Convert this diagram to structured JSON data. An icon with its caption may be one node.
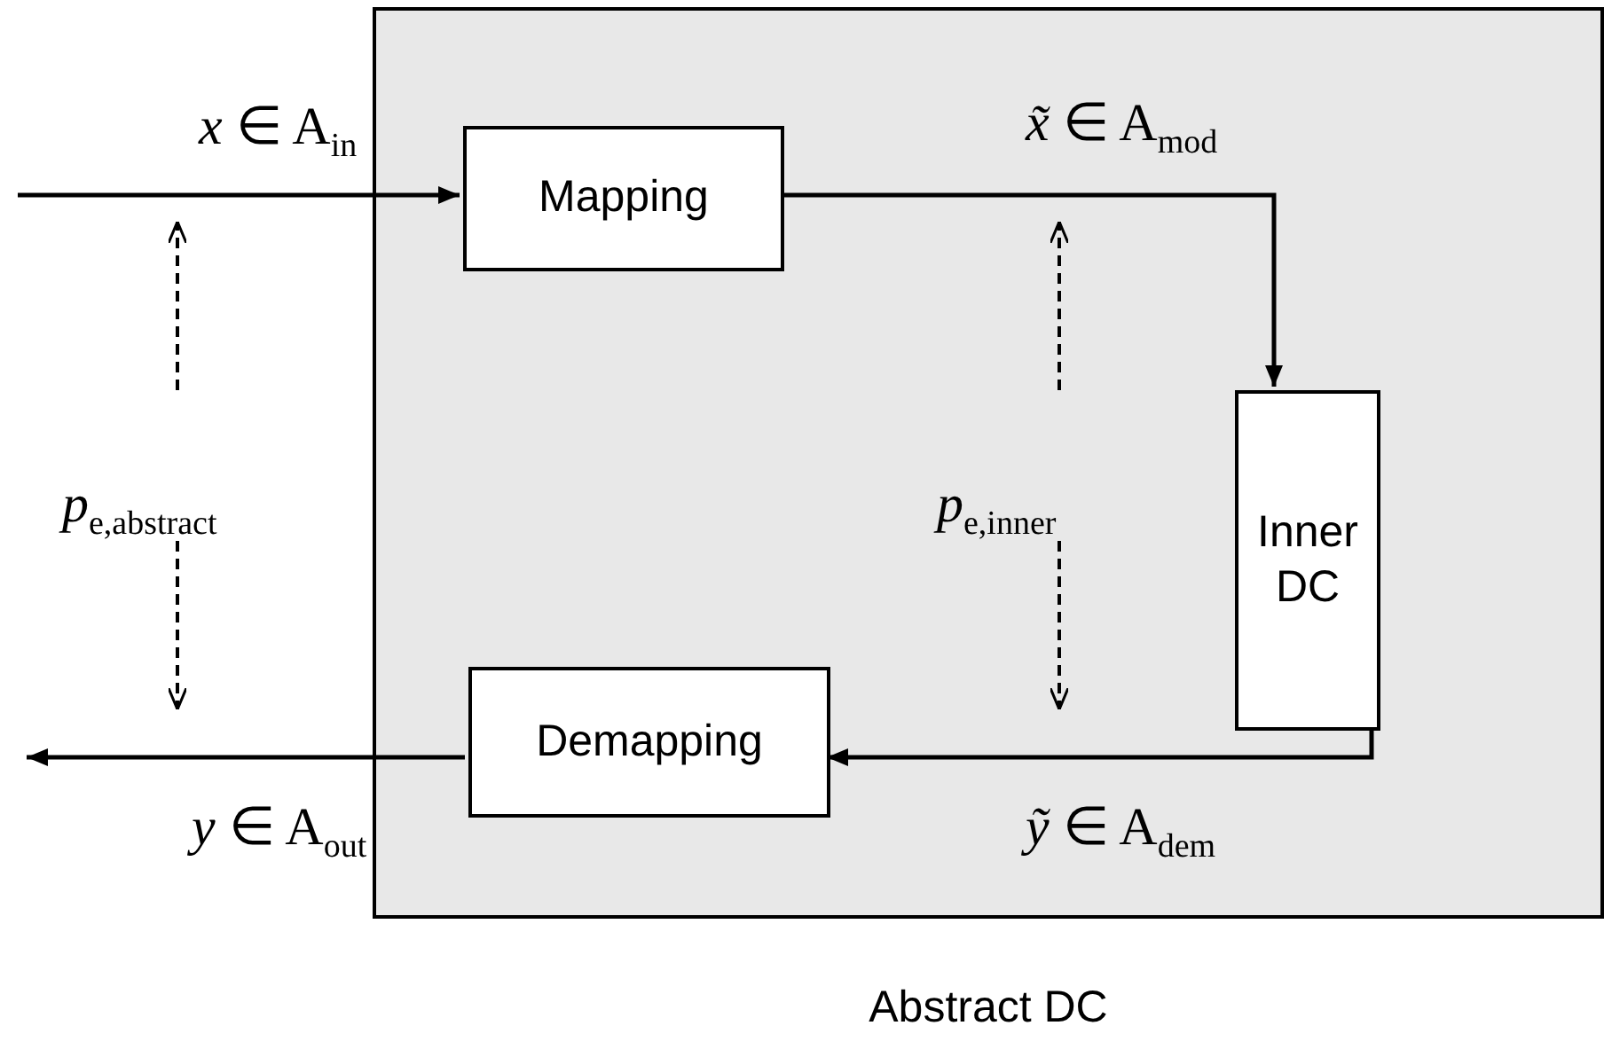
{
  "diagram": {
    "nodes": [
      {
        "text": [
          "Abstract DC"
        ]
      },
      {
        "text": [
          "Mapping"
        ],
        "in": 0
      },
      {
        "text": [
          "Inner DC"
        ],
        "in": 0
      },
      {
        "text": [
          "Demapping"
        ],
        "in": 0
      }
    ],
    "edges": [
      {
        "from": null,
        "to": 1,
        "arrow": "to",
        "label": "*x* ∈ A$_{in}$"
      },
      {
        "from": 1,
        "to": 2,
        "arrow": "to",
        "label": "*x̃* ∈ A$_{mod}$"
      },
      {
        "from": 2,
        "to": 3,
        "arrow": "to",
        "label": "*ỹ* ∈ A$_{dem}$"
      },
      {
        "from": 3,
        "to": null,
        "arrow": "to",
        "label": "*y* ∈ A$_{out}$"
      }
    ],
    "labels": [
      "*p*$_{e,abstract}$",
      "*p*$_{e,inner}$"
    ]
  }
}
